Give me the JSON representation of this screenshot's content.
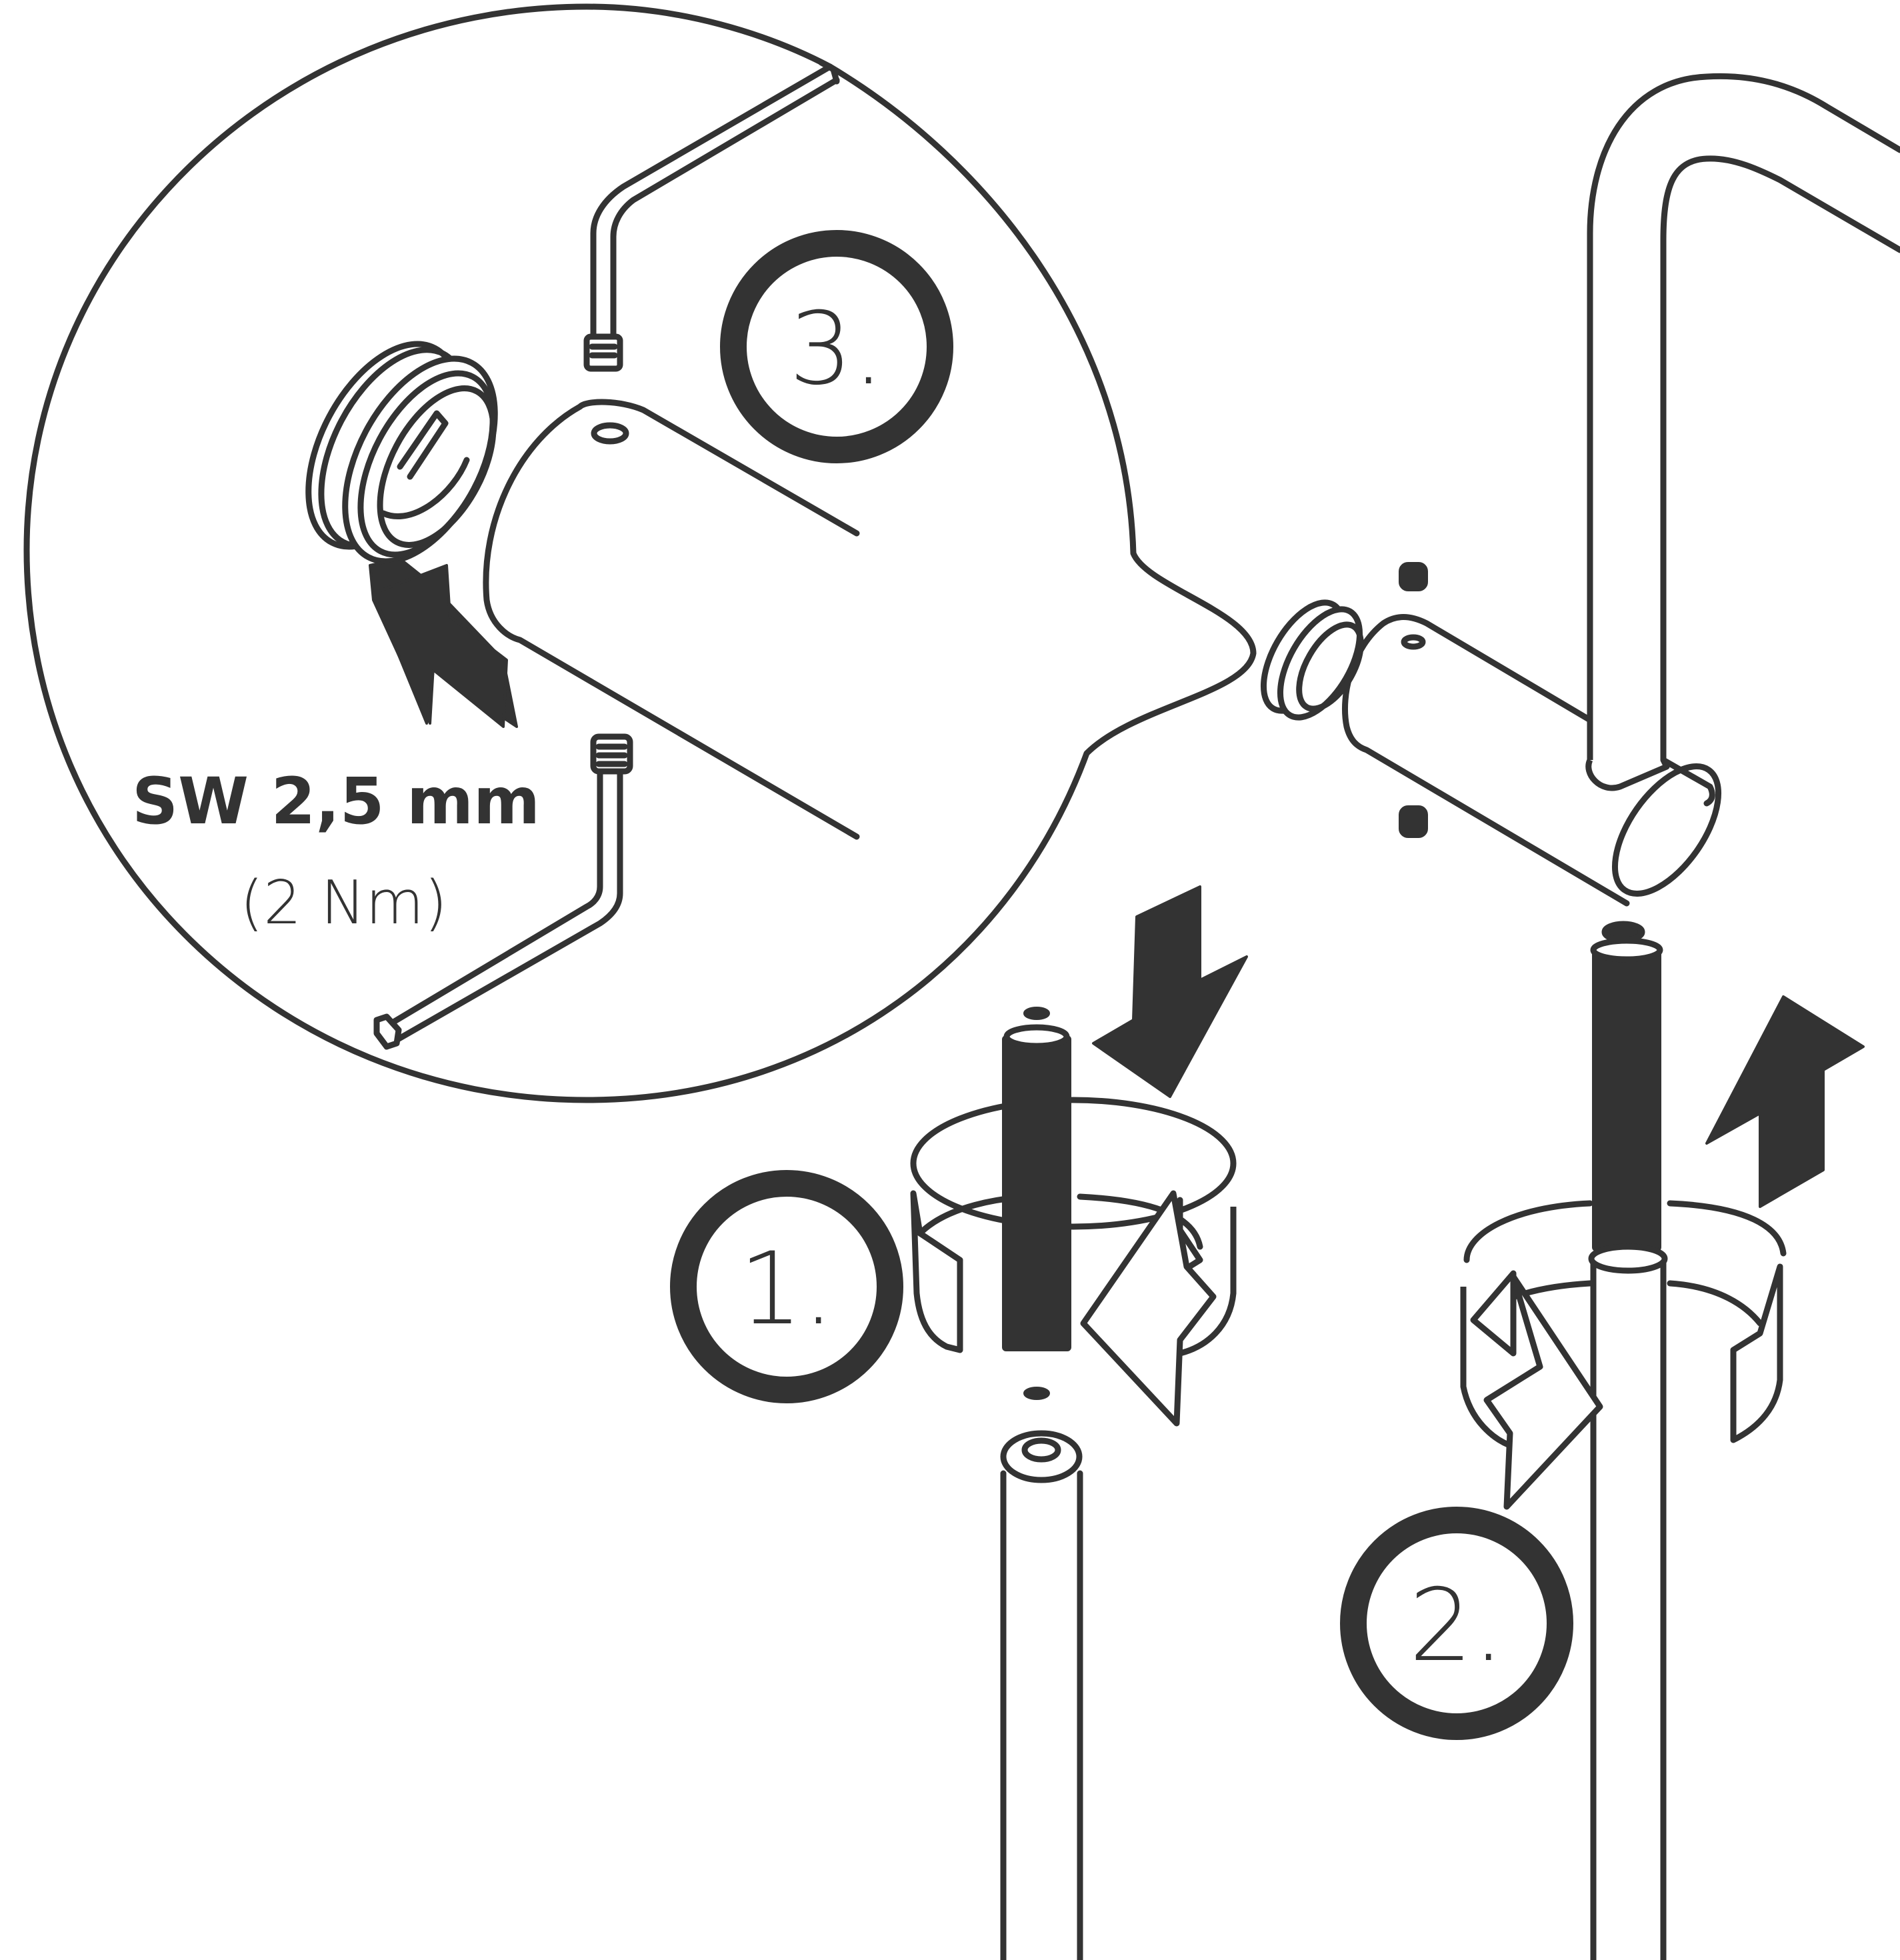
{
  "steps": {
    "step1": "1.",
    "step2": "2.",
    "step3": "3."
  },
  "tool": {
    "wrench_size": "SW 2,5 mm",
    "torque": "(2 Nm)"
  }
}
